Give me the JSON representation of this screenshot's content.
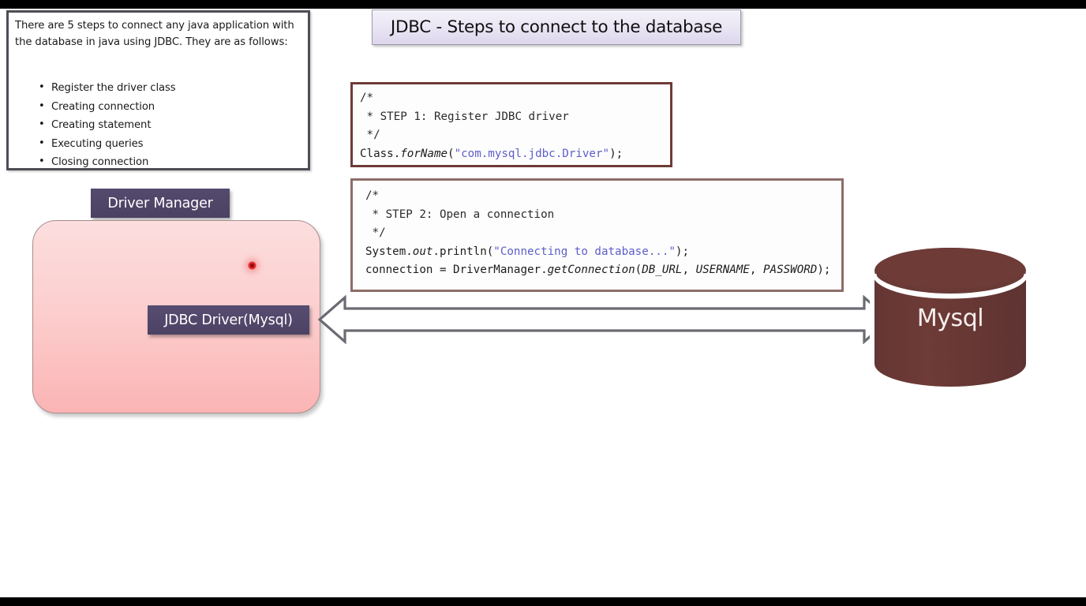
{
  "slide": {
    "title": "JDBC - Steps to connect to the database",
    "background_color": "#ffffff",
    "letterbox_color": "#000000"
  },
  "steps_panel": {
    "intro": "There are 5 steps to connect any java application with the database in java using JDBC. They are as follows:",
    "items": [
      "Register the driver class",
      "Creating connection",
      "Creating statement",
      "Executing queries",
      "Closing connection"
    ]
  },
  "code_blocks": [
    {
      "id": "step-1",
      "border_color": "#6e3b37",
      "lines": [
        {
          "segments": [
            {
              "text": "/*",
              "style": "comment"
            }
          ]
        },
        {
          "segments": [
            {
              "text": " * STEP 1: Register JDBC driver",
              "style": "comment"
            }
          ]
        },
        {
          "segments": [
            {
              "text": " */",
              "style": "comment"
            }
          ]
        },
        {
          "segments": [
            {
              "text": "Class.",
              "style": "plain"
            },
            {
              "text": "forName",
              "style": "italic"
            },
            {
              "text": "(",
              "style": "plain"
            },
            {
              "text": "\"com.mysql.jdbc.Driver\"",
              "style": "string"
            },
            {
              "text": ");",
              "style": "plain"
            }
          ]
        }
      ]
    },
    {
      "id": "step-2",
      "border_color": "#8c6d69",
      "lines": [
        {
          "segments": [
            {
              "text": "/*",
              "style": "comment"
            }
          ]
        },
        {
          "segments": [
            {
              "text": " * STEP 2: Open a connection",
              "style": "comment"
            }
          ]
        },
        {
          "segments": [
            {
              "text": " */",
              "style": "comment"
            }
          ]
        },
        {
          "segments": [
            {
              "text": "System.",
              "style": "plain"
            },
            {
              "text": "out",
              "style": "italic"
            },
            {
              "text": ".println(",
              "style": "plain"
            },
            {
              "text": "\"Connecting to database...\"",
              "style": "string"
            },
            {
              "text": ");",
              "style": "plain"
            }
          ]
        },
        {
          "segments": [
            {
              "text": "connection = DriverManager.",
              "style": "plain"
            },
            {
              "text": "getConnection",
              "style": "italic"
            },
            {
              "text": "(",
              "style": "plain"
            },
            {
              "text": "DB_URL",
              "style": "italic"
            },
            {
              "text": ", ",
              "style": "plain"
            },
            {
              "text": "USERNAME",
              "style": "italic"
            },
            {
              "text": ", ",
              "style": "plain"
            },
            {
              "text": "PASSWORD",
              "style": "italic"
            },
            {
              "text": ");",
              "style": "plain"
            }
          ]
        }
      ]
    }
  ],
  "diagram": {
    "driver_manager_label": "Driver Manager",
    "jdbc_driver_label": "JDBC Driver(Mysql)",
    "database_label": "Mysql",
    "application_box_color": "#fbb4b4",
    "label_box_color": "#4c4264",
    "database_color": "#6e3b37",
    "arrow_color": "#6b6b73",
    "arrow_direction": "bidirectional",
    "indicator_dot_color": "#e02626"
  }
}
